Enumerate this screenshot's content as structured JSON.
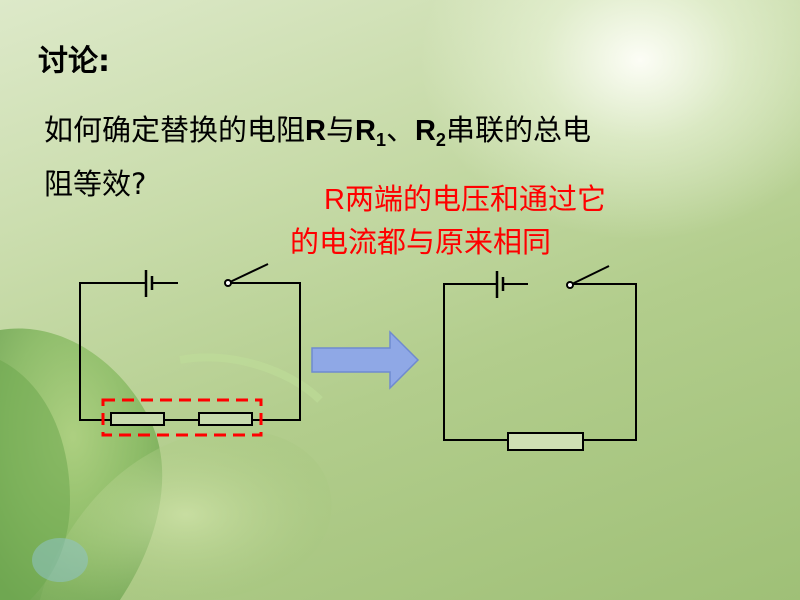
{
  "slide": {
    "heading": "讨论:",
    "question": {
      "part1": "如何确定替换的电阻",
      "R": "R",
      "and": "与",
      "R1_letter": "R",
      "R1_sub": "1",
      "comma": "、",
      "R2_letter": "R",
      "R2_sub": "2",
      "part2": "串联的总电",
      "line2": "阻等效?"
    },
    "answer": {
      "R": "R",
      "line1_rest": "两端的电压和通过它",
      "line2": "的电流都与原来相同"
    }
  },
  "colors": {
    "answer_text": "#ff0000",
    "arrow_fill": "#8fa8e6",
    "dashed_box": "#ff0000",
    "circuit": "#000000"
  }
}
